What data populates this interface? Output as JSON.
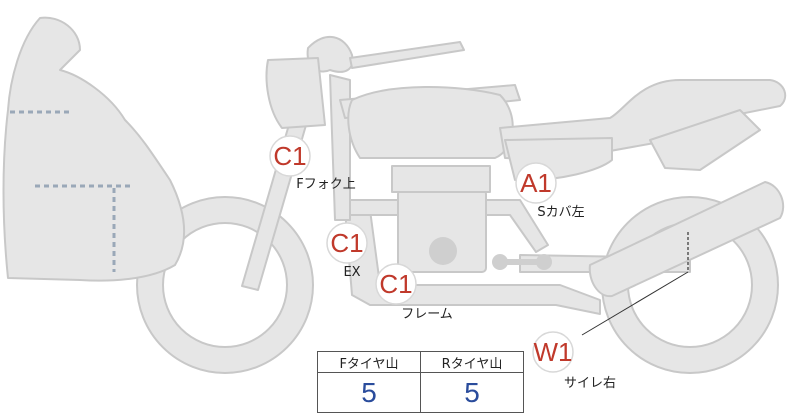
{
  "markers": [
    {
      "code": "C1",
      "label": "Fフォク上",
      "color": "#c0392b"
    },
    {
      "code": "A1",
      "label": "Sカバ左",
      "color": "#c0392b"
    },
    {
      "code": "C1",
      "label": "EX",
      "color": "#c0392b"
    },
    {
      "code": "C1",
      "label": "フレーム",
      "color": "#c0392b"
    },
    {
      "code": "W1",
      "label": "サイレ右",
      "color": "#c0392b"
    }
  ],
  "tread_table": {
    "headers": [
      "Fタイヤ山",
      "Rタイヤ山"
    ],
    "values": [
      "5",
      "5"
    ],
    "value_color": "#2a4c9c"
  },
  "colors": {
    "body_fill": "#e6e6e6",
    "body_outline": "#c8c8c8",
    "fairing_dash": "#9aa8b8"
  }
}
